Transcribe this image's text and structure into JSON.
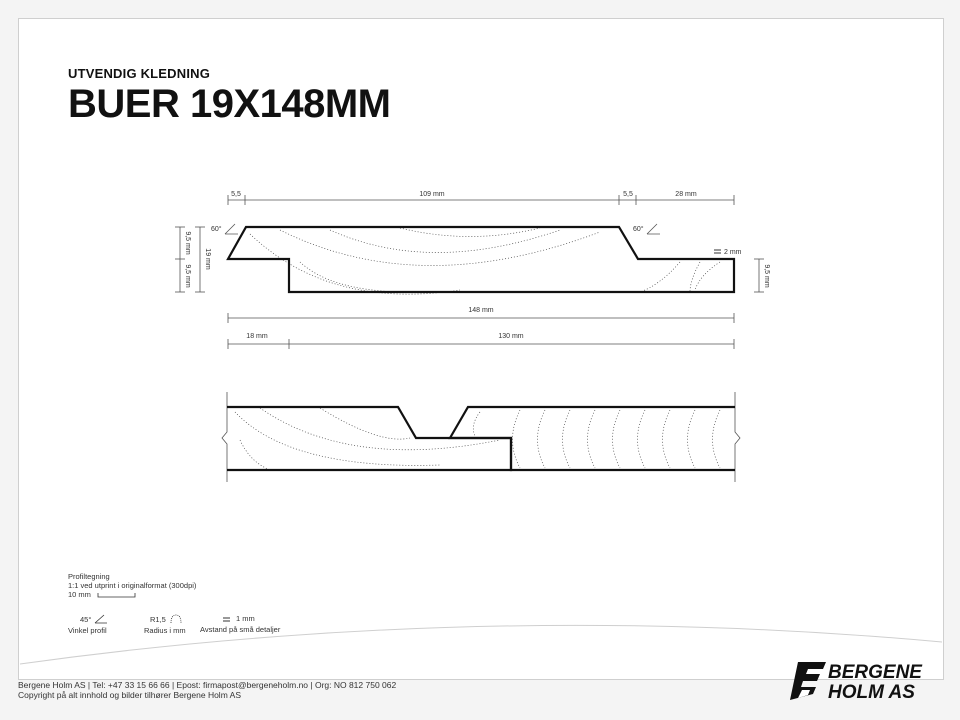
{
  "header": {
    "subtitle": "UTVENDIG KLEDNING",
    "title": "BUER 19X148MM"
  },
  "profile_dims": {
    "top_a": "5,5",
    "top_b": "109 mm",
    "top_c": "5,5",
    "top_d": "28 mm",
    "angle_left": "60°",
    "angle_right": "60°",
    "left_upper": "9,5 mm",
    "left_lower": "9,5 mm",
    "left_total": "19 mm",
    "right_small": "2 mm",
    "right_side": "9,5 mm",
    "total_width": "148 mm",
    "bottom_a": "18 mm",
    "bottom_b": "130 mm"
  },
  "legend": {
    "profile_title": "Profiltegning",
    "profile_note": "1:1 ved utprint i originalformat (300dpi)",
    "scale": "10 mm",
    "angle_value": "45°",
    "angle_label": "Vinkel profil",
    "radius_value": "R1,5",
    "radius_label": "Radius i mm",
    "spacing_value": "1 mm",
    "spacing_label": "Avstand på små detaljer"
  },
  "footer": {
    "line1": "Bergene Holm AS | Tel: +47 33 15 66 66 | Epost: firmapost@bergeneholm.no | Org: NO 812 750 062",
    "line2": "Copyright på alt innhold og bilder tilhører Bergene Holm AS"
  },
  "logo": {
    "line1": "BERGENE",
    "line2": "HOLM AS"
  }
}
